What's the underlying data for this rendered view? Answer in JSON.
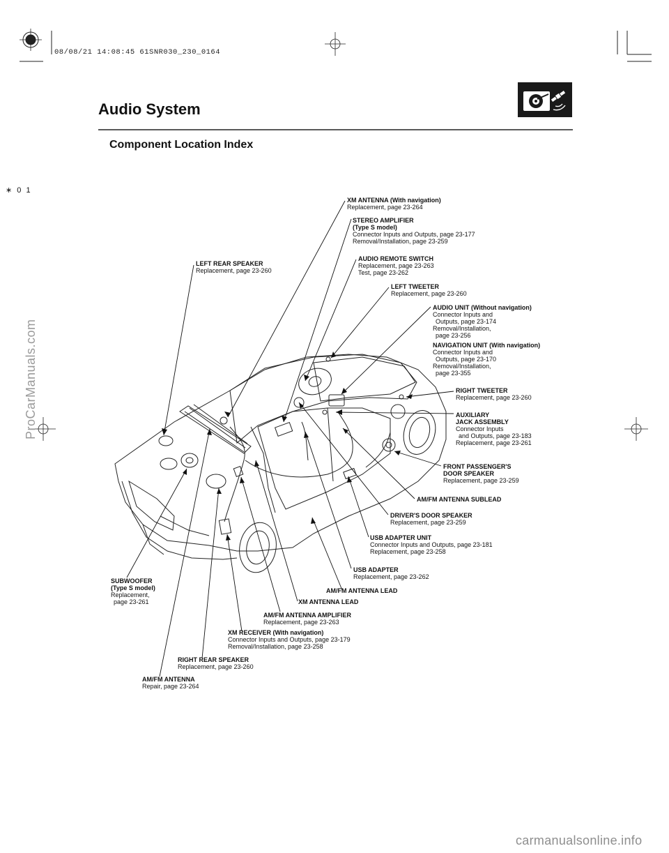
{
  "print_stamp": "08/08/21 14:08:45 61SNR030_230_0164",
  "page_mark": "∗ 0 1",
  "header": {
    "title": "Audio System",
    "subtitle": "Component Location Index"
  },
  "header_icon": "audio-system-icon",
  "side_watermark": "ProCarManuals.com",
  "footer_watermark": "carmanualsonline.info",
  "callouts": {
    "xm_antenna": {
      "name": "XM ANTENNA (With navigation)",
      "lines": [
        "Replacement, page 23-264"
      ]
    },
    "stereo_amp": {
      "name": [
        "STEREO AMPLIFIER",
        "(Type S model)"
      ],
      "lines": [
        "Connector Inputs and Outputs, page 23-177",
        "Removal/Installation, page 23-259"
      ]
    },
    "left_rear_speaker": {
      "name": "LEFT REAR SPEAKER",
      "lines": [
        "Replacement, page 23-260"
      ]
    },
    "audio_remote_switch": {
      "name": "AUDIO REMOTE SWITCH",
      "lines": [
        "Replacement, page 23-263",
        "Test, page 23-262"
      ]
    },
    "left_tweeter": {
      "name": "LEFT TWEETER",
      "lines": [
        "Replacement, page 23-260"
      ]
    },
    "audio_unit": {
      "name": "AUDIO UNIT (Without navigation)",
      "lines": [
        "Connector Inputs and",
        "Outputs, page 23-174",
        "Removal/Installation,",
        "page 23-256"
      ]
    },
    "nav_unit": {
      "name": "NAVIGATION UNIT (With navigation)",
      "lines": [
        "Connector Inputs and",
        "Outputs, page 23-170",
        "Removal/Installation,",
        "page 23-355"
      ]
    },
    "right_tweeter": {
      "name": "RIGHT TWEETER",
      "lines": [
        "Replacement, page 23-260"
      ]
    },
    "aux_jack": {
      "name": [
        "AUXILIARY",
        "JACK ASSEMBLY"
      ],
      "lines": [
        "Connector Inputs",
        "and Outputs, page 23-183",
        "Replacement, page 23-261"
      ]
    },
    "front_pass_speaker": {
      "name": [
        "FRONT PASSENGER'S",
        "DOOR SPEAKER"
      ],
      "lines": [
        "Replacement, page 23-259"
      ]
    },
    "amfm_sublead": {
      "name": "AM/FM ANTENNA SUBLEAD",
      "lines": []
    },
    "drivers_door_speaker": {
      "name": "DRIVER'S DOOR SPEAKER",
      "lines": [
        "Replacement, page 23-259"
      ]
    },
    "usb_adapter_unit": {
      "name": "USB ADAPTER UNIT",
      "lines": [
        "Connector Inputs and Outputs, page 23-181",
        "Replacement, page 23-258"
      ]
    },
    "subwoofer": {
      "name": [
        "SUBWOOFER",
        "(Type S model)"
      ],
      "lines": [
        "Replacement,",
        "page 23-261"
      ]
    },
    "usb_adapter": {
      "name": "USB ADAPTER",
      "lines": [
        "Replacement, page 23-262"
      ]
    },
    "amfm_lead": {
      "name": "AM/FM ANTENNA LEAD",
      "lines": []
    },
    "xm_lead": {
      "name": "XM ANTENNA LEAD",
      "lines": []
    },
    "amfm_amp": {
      "name": "AM/FM ANTENNA AMPLIFIER",
      "lines": [
        "Replacement, page 23-263"
      ]
    },
    "xm_receiver": {
      "name": "XM RECEIVER (With navigation)",
      "lines": [
        "Connector Inputs and Outputs, page 23-179",
        "Removal/Installation, page 23-258"
      ]
    },
    "right_rear_speaker": {
      "name": "RIGHT REAR SPEAKER",
      "lines": [
        "Replacement, page 23-260"
      ]
    },
    "amfm_antenna": {
      "name": "AM/FM ANTENNA",
      "lines": [
        "Repair, page 23-264"
      ]
    }
  }
}
